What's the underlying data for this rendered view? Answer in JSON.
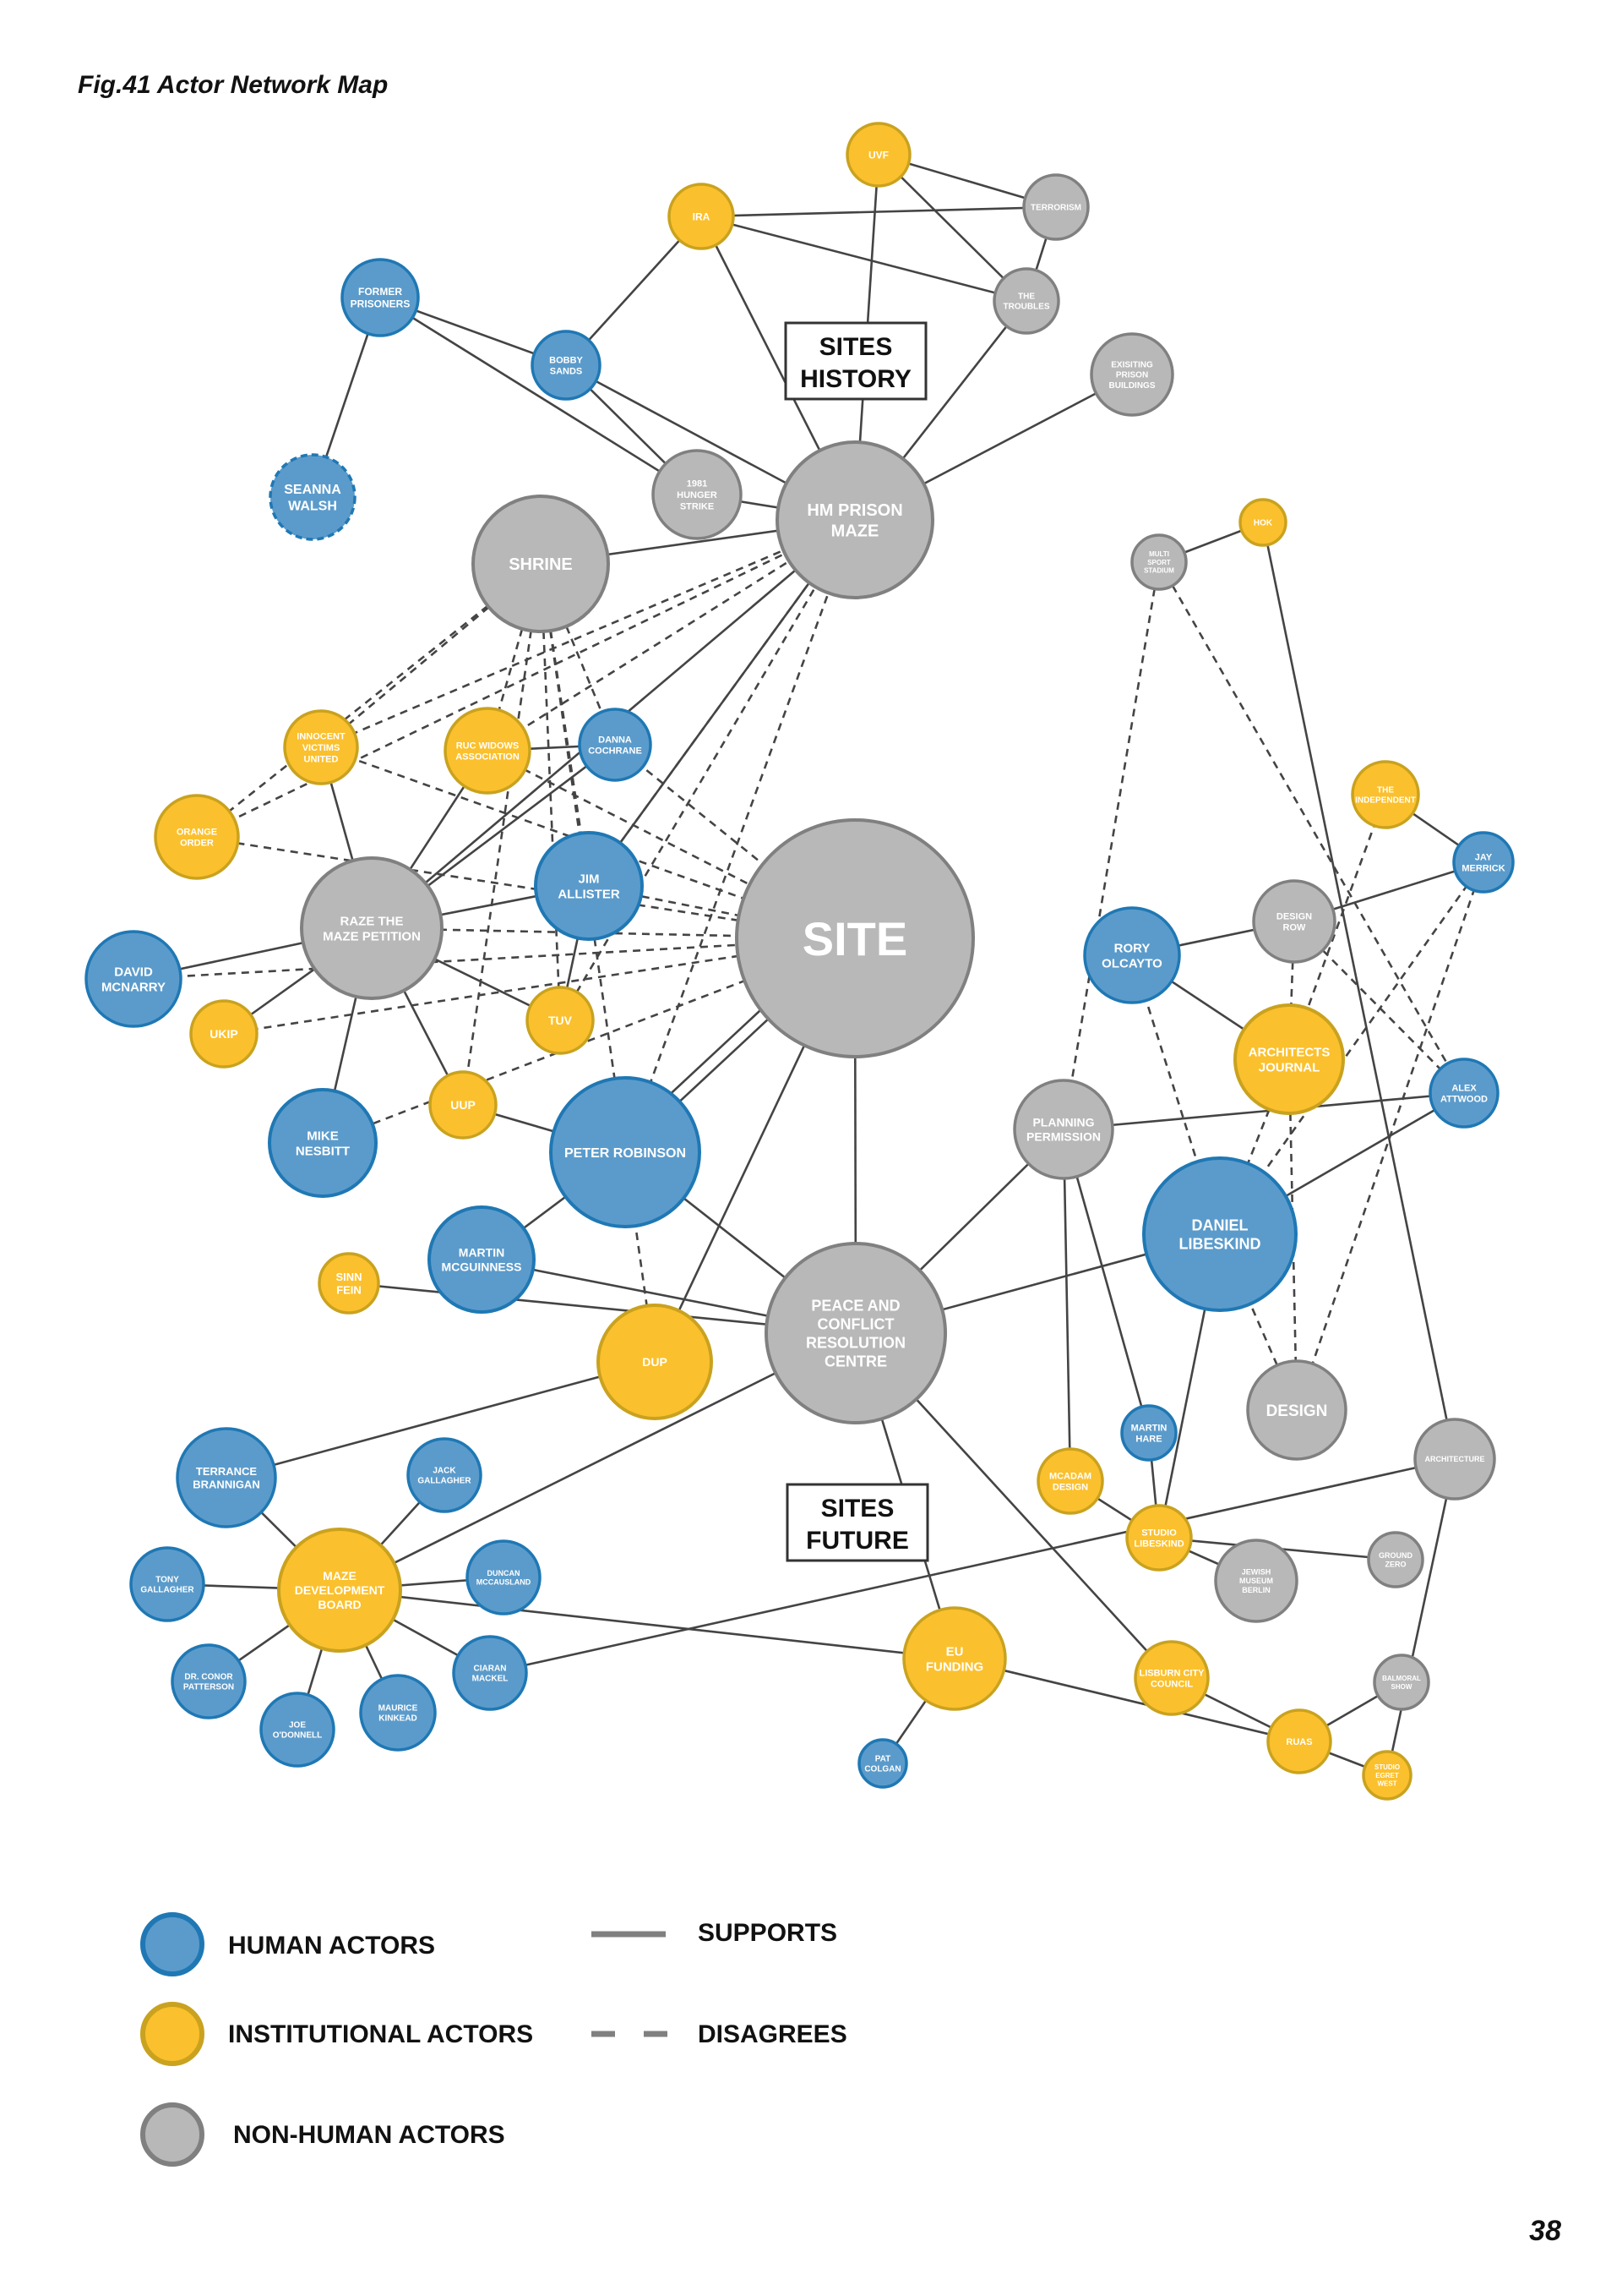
{
  "figure": {
    "title": "Fig.41  Actor Network Map",
    "page_number": "38"
  },
  "colors": {
    "human": "#5b9bcb",
    "human_stroke": "#1f78b4",
    "institutional": "#fbc02d",
    "institutional_stroke": "#c9a21f",
    "non_human": "#b8b8b8",
    "non_human_stroke": "#808080",
    "edge": "#444444"
  },
  "labels": {
    "sites_history": [
      "SITES",
      "HISTORY"
    ],
    "sites_future": [
      "SITES",
      "FUTURE"
    ]
  },
  "legend": {
    "human": "HUMAN ACTORS",
    "institutional": "INSTITUTIONAL ACTORS",
    "non_human": "NON-HUMAN ACTORS",
    "supports": "SUPPORTS",
    "disagrees": "DISAGREES"
  },
  "nodes": [
    {
      "id": "uvf",
      "type": "institutional",
      "lines": [
        "UVF"
      ]
    },
    {
      "id": "ira",
      "type": "institutional",
      "lines": [
        "IRA"
      ]
    },
    {
      "id": "terrorism",
      "type": "non_human",
      "lines": [
        "TERRORISM"
      ]
    },
    {
      "id": "troubles",
      "type": "non_human",
      "lines": [
        "THE",
        "TROUBLES"
      ]
    },
    {
      "id": "existing",
      "type": "non_human",
      "lines": [
        "EXISITING",
        "PRISON",
        "BUILDINGS"
      ]
    },
    {
      "id": "former",
      "type": "human",
      "lines": [
        "FORMER",
        "PRISONERS"
      ]
    },
    {
      "id": "bobby",
      "type": "human",
      "lines": [
        "BOBBY",
        "SANDS"
      ]
    },
    {
      "id": "seanna",
      "type": "human",
      "dashed": true,
      "lines": [
        "SEANNA",
        "WALSH"
      ]
    },
    {
      "id": "hunger",
      "type": "non_human",
      "lines": [
        "1981",
        "HUNGER",
        "STRIKE"
      ]
    },
    {
      "id": "hmprison",
      "type": "non_human",
      "lines": [
        "HM PRISON",
        "MAZE"
      ]
    },
    {
      "id": "shrine",
      "type": "non_human",
      "lines": [
        "SHRINE"
      ]
    },
    {
      "id": "hok",
      "type": "institutional",
      "lines": [
        "HOK"
      ]
    },
    {
      "id": "multisport",
      "type": "non_human",
      "lines": [
        "MULTI",
        "SPORT",
        "STADIUM"
      ]
    },
    {
      "id": "ivu",
      "type": "institutional",
      "lines": [
        "INNOCENT",
        "VICTIMS",
        "UNITED"
      ]
    },
    {
      "id": "ruc",
      "type": "institutional",
      "lines": [
        "RUC WIDOWS",
        "ASSOCIATION"
      ]
    },
    {
      "id": "danna",
      "type": "human",
      "lines": [
        "DANNA",
        "COCHRANE"
      ]
    },
    {
      "id": "orange",
      "type": "institutional",
      "lines": [
        "ORANGE",
        "ORDER"
      ]
    },
    {
      "id": "raze",
      "type": "non_human",
      "lines": [
        "RAZE THE",
        "MAZE PETITION"
      ]
    },
    {
      "id": "jim",
      "type": "human",
      "lines": [
        "JIM",
        "ALLISTER"
      ]
    },
    {
      "id": "site",
      "type": "non_human",
      "lines": [
        "SITE"
      ]
    },
    {
      "id": "independent",
      "type": "institutional",
      "lines": [
        "THE",
        "INDEPENDENT"
      ]
    },
    {
      "id": "jay",
      "type": "human",
      "lines": [
        "JAY",
        "MERRICK"
      ]
    },
    {
      "id": "rory",
      "type": "human",
      "lines": [
        "RORY",
        "OLCAYTO"
      ]
    },
    {
      "id": "designrow",
      "type": "non_human",
      "lines": [
        "DESIGN",
        "ROW"
      ]
    },
    {
      "id": "david",
      "type": "human",
      "lines": [
        "DAVID",
        "MCNARRY"
      ]
    },
    {
      "id": "ukip",
      "type": "institutional",
      "lines": [
        "UKIP"
      ]
    },
    {
      "id": "tuv",
      "type": "institutional",
      "lines": [
        "TUV"
      ]
    },
    {
      "id": "archj",
      "type": "institutional",
      "lines": [
        "ARCHITECTS",
        "JOURNAL"
      ]
    },
    {
      "id": "alex",
      "type": "human",
      "lines": [
        "ALEX",
        "ATTWOOD"
      ]
    },
    {
      "id": "mike",
      "type": "human",
      "lines": [
        "MIKE",
        "NESBITT"
      ]
    },
    {
      "id": "uup",
      "type": "institutional",
      "lines": [
        "UUP"
      ]
    },
    {
      "id": "peter",
      "type": "human",
      "lines": [
        "PETER ROBINSON"
      ]
    },
    {
      "id": "planning",
      "type": "non_human",
      "lines": [
        "PLANNING",
        "PERMISSION"
      ]
    },
    {
      "id": "daniel",
      "type": "human",
      "lines": [
        "DANIEL",
        "LIBESKIND"
      ]
    },
    {
      "id": "martinmc",
      "type": "human",
      "lines": [
        "MARTIN",
        "MCGUINNESS"
      ]
    },
    {
      "id": "sinn",
      "type": "institutional",
      "lines": [
        "SINN",
        "FEIN"
      ]
    },
    {
      "id": "pcrc",
      "type": "non_human",
      "lines": [
        "PEACE AND",
        "CONFLICT",
        "RESOLUTION",
        "CENTRE"
      ]
    },
    {
      "id": "dup",
      "type": "institutional",
      "lines": [
        "DUP"
      ]
    },
    {
      "id": "design",
      "type": "non_human",
      "lines": [
        "DESIGN"
      ]
    },
    {
      "id": "martinh",
      "type": "human",
      "lines": [
        "MARTIN",
        "HARE"
      ]
    },
    {
      "id": "architecture",
      "type": "non_human",
      "lines": [
        "ARCHITECTURE"
      ]
    },
    {
      "id": "mcadam",
      "type": "institutional",
      "lines": [
        "MCADAM",
        "DESIGN"
      ]
    },
    {
      "id": "studiolib",
      "type": "institutional",
      "lines": [
        "STUDIO",
        "LIBESKIND"
      ]
    },
    {
      "id": "jewish",
      "type": "non_human",
      "lines": [
        "JEWISH",
        "MUSEUM",
        "BERLIN"
      ]
    },
    {
      "id": "ground",
      "type": "non_human",
      "lines": [
        "GROUND",
        "ZERO"
      ]
    },
    {
      "id": "terrance",
      "type": "human",
      "lines": [
        "TERRANCE",
        "BRANNIGAN"
      ]
    },
    {
      "id": "jack",
      "type": "human",
      "lines": [
        "JACK",
        "GALLAGHER"
      ]
    },
    {
      "id": "tony",
      "type": "human",
      "lines": [
        "TONY",
        "GALLAGHER"
      ]
    },
    {
      "id": "mdb",
      "type": "institutional",
      "lines": [
        "MAZE",
        "DEVELOPMENT",
        "BOARD"
      ]
    },
    {
      "id": "duncan",
      "type": "human",
      "lines": [
        "DUNCAN",
        "MCCAUSLAND"
      ]
    },
    {
      "id": "conor",
      "type": "human",
      "lines": [
        "DR. CONOR",
        "PATTERSON"
      ]
    },
    {
      "id": "ciaran",
      "type": "human",
      "lines": [
        "CIARAN",
        "MACKEL"
      ]
    },
    {
      "id": "maurice",
      "type": "human",
      "lines": [
        "MAURICE",
        "KINKEAD"
      ]
    },
    {
      "id": "joe",
      "type": "human",
      "lines": [
        "JOE",
        "O'DONNELL"
      ]
    },
    {
      "id": "eu",
      "type": "institutional",
      "lines": [
        "EU",
        "FUNDING"
      ]
    },
    {
      "id": "pat",
      "type": "human",
      "lines": [
        "PAT",
        "COLGAN"
      ]
    },
    {
      "id": "lisburn",
      "type": "institutional",
      "lines": [
        "LISBURN CITY",
        "COUNCIL"
      ]
    },
    {
      "id": "balmoral",
      "type": "non_human",
      "lines": [
        "BALMORAL",
        "SHOW"
      ]
    },
    {
      "id": "ruas",
      "type": "institutional",
      "lines": [
        "RUAS"
      ]
    },
    {
      "id": "egret",
      "type": "institutional",
      "lines": [
        "STUDIO",
        "EGRET",
        "WEST"
      ]
    }
  ],
  "edges": [
    [
      "uvf",
      "hmprison",
      "s"
    ],
    [
      "uvf",
      "terrorism",
      "s"
    ],
    [
      "uvf",
      "troubles",
      "s"
    ],
    [
      "ira",
      "terrorism",
      "s"
    ],
    [
      "ira",
      "troubles",
      "s"
    ],
    [
      "ira",
      "bobby",
      "s"
    ],
    [
      "ira",
      "hmprison",
      "s"
    ],
    [
      "terrorism",
      "troubles",
      "s"
    ],
    [
      "troubles",
      "hmprison",
      "s"
    ],
    [
      "existing",
      "hmprison",
      "s"
    ],
    [
      "former",
      "seanna",
      "s"
    ],
    [
      "former",
      "bobby",
      "s"
    ],
    [
      "former",
      "hunger",
      "s"
    ],
    [
      "bobby",
      "hunger",
      "s"
    ],
    [
      "bobby",
      "hmprison",
      "s"
    ],
    [
      "hunger",
      "hmprison",
      "s"
    ],
    [
      "shrine",
      "hmprison",
      "s"
    ],
    [
      "hmprison",
      "raze",
      "s"
    ],
    [
      "hmprison",
      "jim",
      "s"
    ],
    [
      "hmprison",
      "ivu",
      "d"
    ],
    [
      "hmprison",
      "orange",
      "d"
    ],
    [
      "hmprison",
      "ruc",
      "d"
    ],
    [
      "hmprison",
      "jim",
      "d"
    ],
    [
      "hmprison",
      "peter",
      "d"
    ],
    [
      "hmprison",
      "tuv",
      "d"
    ],
    [
      "shrine",
      "ivu",
      "d"
    ],
    [
      "shrine",
      "orange",
      "d"
    ],
    [
      "shrine",
      "ruc",
      "d"
    ],
    [
      "shrine",
      "jim",
      "d"
    ],
    [
      "shrine",
      "tuv",
      "d"
    ],
    [
      "shrine",
      "peter",
      "d"
    ],
    [
      "shrine",
      "uup",
      "d"
    ],
    [
      "shrine",
      "danna",
      "d"
    ],
    [
      "ivu",
      "raze",
      "s"
    ],
    [
      "ruc",
      "raze",
      "s"
    ],
    [
      "ruc",
      "danna",
      "s"
    ],
    [
      "danna",
      "raze",
      "s"
    ],
    [
      "danna",
      "site",
      "d"
    ],
    [
      "orange",
      "site",
      "d"
    ],
    [
      "ivu",
      "site",
      "d"
    ],
    [
      "ruc",
      "site",
      "d"
    ],
    [
      "raze",
      "david",
      "s"
    ],
    [
      "raze",
      "ukip",
      "s"
    ],
    [
      "raze",
      "jim",
      "s"
    ],
    [
      "raze",
      "tuv",
      "s"
    ],
    [
      "raze",
      "uup",
      "s"
    ],
    [
      "raze",
      "mike",
      "s"
    ],
    [
      "raze",
      "site",
      "d"
    ],
    [
      "david",
      "site",
      "d"
    ],
    [
      "ukip",
      "site",
      "d"
    ],
    [
      "jim",
      "site",
      "d"
    ],
    [
      "jim",
      "tuv",
      "s"
    ],
    [
      "mike",
      "site",
      "d"
    ],
    [
      "uup",
      "peter",
      "s"
    ],
    [
      "site",
      "peter",
      "s"
    ],
    [
      "site",
      "peter",
      "s2"
    ],
    [
      "site",
      "pcrc",
      "s"
    ],
    [
      "site",
      "dup",
      "s"
    ],
    [
      "peter",
      "pcrc",
      "s"
    ],
    [
      "peter",
      "martinmc",
      "s"
    ],
    [
      "peter",
      "dup",
      "d"
    ],
    [
      "martinmc",
      "pcrc",
      "s"
    ],
    [
      "sinn",
      "pcrc",
      "s"
    ],
    [
      "dup",
      "terrance",
      "s"
    ],
    [
      "pcrc",
      "mdb",
      "s"
    ],
    [
      "pcrc",
      "planning",
      "s"
    ],
    [
      "pcrc",
      "daniel",
      "s"
    ],
    [
      "pcrc",
      "eu",
      "s"
    ],
    [
      "pcrc",
      "lisburn",
      "s"
    ],
    [
      "hok",
      "multisport",
      "s"
    ],
    [
      "hok",
      "architecture",
      "s"
    ],
    [
      "multisport",
      "planning",
      "d"
    ],
    [
      "multisport",
      "alex",
      "d"
    ],
    [
      "independent",
      "jay",
      "s"
    ],
    [
      "independent",
      "archj",
      "d"
    ],
    [
      "jay",
      "designrow",
      "s"
    ],
    [
      "jay",
      "daniel",
      "d"
    ],
    [
      "jay",
      "design",
      "d"
    ],
    [
      "rory",
      "designrow",
      "s"
    ],
    [
      "rory",
      "archj",
      "s"
    ],
    [
      "rory",
      "daniel",
      "d"
    ],
    [
      "designrow",
      "archj",
      "d"
    ],
    [
      "designrow",
      "alex",
      "d"
    ],
    [
      "archj",
      "daniel",
      "d"
    ],
    [
      "archj",
      "design",
      "d"
    ],
    [
      "planning",
      "alex",
      "s"
    ],
    [
      "planning",
      "mcadam",
      "s"
    ],
    [
      "planning",
      "martinh",
      "s"
    ],
    [
      "alex",
      "daniel",
      "s"
    ],
    [
      "daniel",
      "design",
      "d"
    ],
    [
      "daniel",
      "studiolib",
      "s"
    ],
    [
      "martinh",
      "studiolib",
      "s"
    ],
    [
      "mcadam",
      "studiolib",
      "s"
    ],
    [
      "studiolib",
      "jewish",
      "s"
    ],
    [
      "studiolib",
      "ground",
      "s"
    ],
    [
      "architecture",
      "ciaran",
      "s"
    ],
    [
      "architecture",
      "egret",
      "s"
    ],
    [
      "mdb",
      "terrance",
      "s"
    ],
    [
      "mdb",
      "jack",
      "s"
    ],
    [
      "mdb",
      "tony",
      "s"
    ],
    [
      "mdb",
      "duncan",
      "s"
    ],
    [
      "mdb",
      "conor",
      "s"
    ],
    [
      "mdb",
      "ciaran",
      "s"
    ],
    [
      "mdb",
      "maurice",
      "s"
    ],
    [
      "mdb",
      "joe",
      "s"
    ],
    [
      "mdb",
      "eu",
      "s"
    ],
    [
      "eu",
      "pat",
      "s"
    ],
    [
      "eu",
      "ruas",
      "s"
    ],
    [
      "lisburn",
      "ruas",
      "s"
    ],
    [
      "ruas",
      "balmoral",
      "s"
    ],
    [
      "ruas",
      "egret",
      "s"
    ]
  ]
}
